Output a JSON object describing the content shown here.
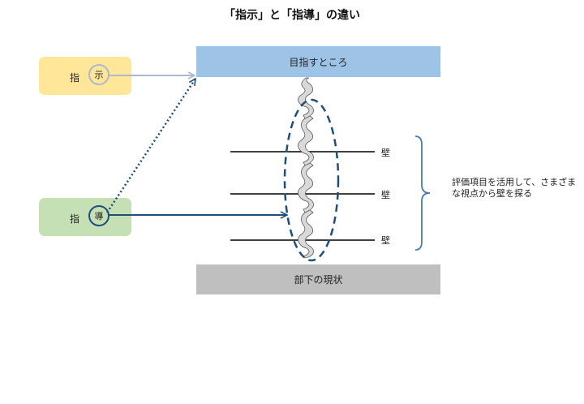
{
  "title": "「指示」と「指導」の違い",
  "goal_label": "目指すところ",
  "current_label": "部下の現状",
  "shiji": {
    "label": "指",
    "circle": "示"
  },
  "shido": {
    "label": "指",
    "circle": "導"
  },
  "walls": [
    "壁",
    "壁",
    "壁"
  ],
  "note": "評価項目を活用して、さまざまな視点から壁を探る",
  "colors": {
    "goal": "#9dc3e6",
    "current": "#bfbfbf",
    "shiji": "#ffe699",
    "shido": "#c5e0b4",
    "navy": "#1f4e79",
    "gray_arrow": "#adb9ca",
    "brace": "#4a7ab0"
  }
}
